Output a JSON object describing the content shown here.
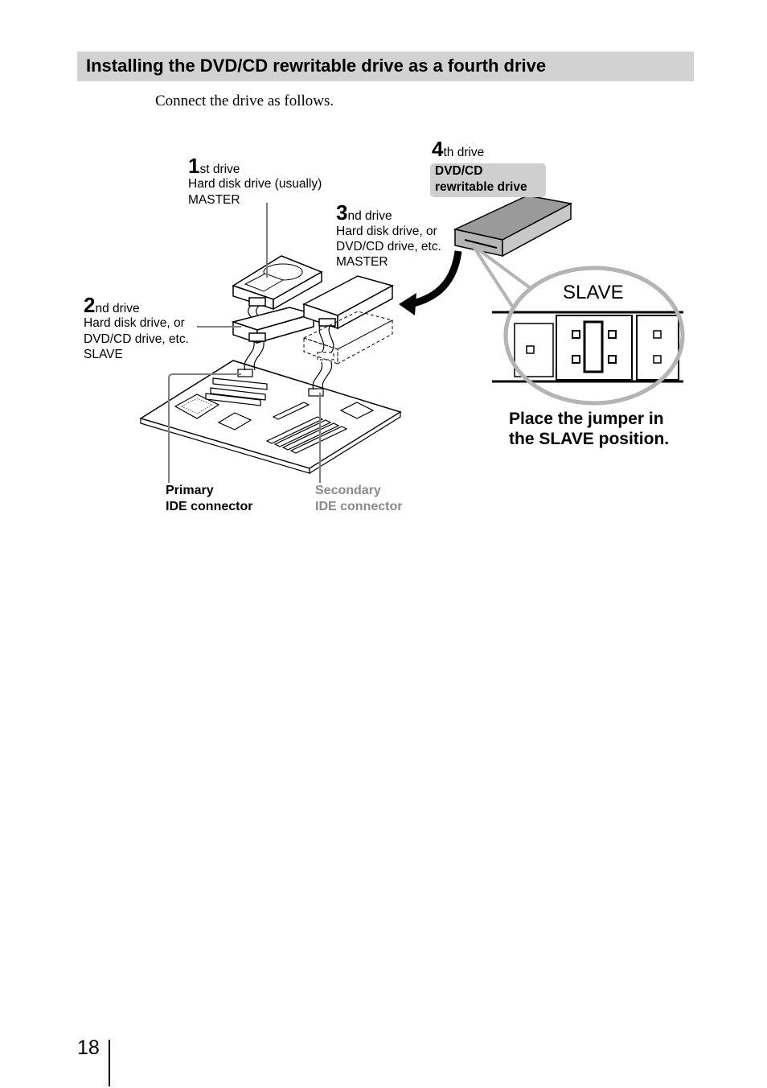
{
  "section": {
    "title": "Installing the DVD/CD rewritable drive as a fourth drive",
    "intro": "Connect the drive as follows."
  },
  "drives": {
    "first": {
      "number": "1",
      "suffix": "st drive",
      "line1": "Hard disk drive (usually)",
      "line2": "MASTER"
    },
    "second": {
      "number": "2",
      "suffix": "nd drive",
      "line1": "Hard disk drive, or",
      "line2": "DVD/CD drive, etc.",
      "line3": "SLAVE"
    },
    "third": {
      "number": "3",
      "suffix": "nd drive",
      "line1": "Hard disk drive, or",
      "line2": "DVD/CD drive, etc.",
      "line3": "MASTER"
    },
    "fourth": {
      "number": "4",
      "suffix": "th drive",
      "box_line1": "DVD/CD",
      "box_line2": "rewritable drive"
    }
  },
  "connectors": {
    "primary": {
      "line1": "Primary",
      "line2": "IDE connector"
    },
    "secondary": {
      "line1": "Secondary",
      "line2": "IDE connector"
    }
  },
  "jumper": {
    "zoom_label": "SLAVE",
    "instruction_line1": "Place the jumper in",
    "instruction_line2": "the SLAVE position."
  },
  "page": {
    "number": "18"
  },
  "colors": {
    "heading_bar": "#d2d2d2",
    "callout_box": "#cfcfcf",
    "secondary_text": "#8a8a8a"
  }
}
